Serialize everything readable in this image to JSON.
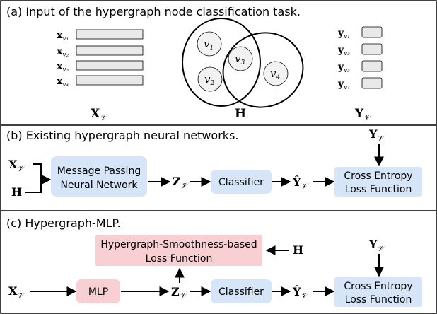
{
  "panel_a": {
    "title": "(a) Input of the hypergraph node classification task.",
    "feature_rows": [
      {
        "base": "x",
        "sub": "v₁"
      },
      {
        "base": "x",
        "sub": "v₂"
      },
      {
        "base": "x",
        "sub": "v₃"
      },
      {
        "base": "x",
        "sub": "v₄"
      }
    ],
    "label_rows": [
      {
        "base": "y",
        "sub": "v₁"
      },
      {
        "base": "y",
        "sub": "v₂"
      },
      {
        "base": "y",
        "sub": "v₃"
      },
      {
        "base": "y",
        "sub": "v₄"
      }
    ],
    "nodes": [
      {
        "base": "v",
        "sub": "1"
      },
      {
        "base": "v",
        "sub": "3"
      },
      {
        "base": "v",
        "sub": "2"
      },
      {
        "base": "v",
        "sub": "4"
      }
    ],
    "x_label": {
      "base": "X",
      "sub": "𝒱"
    },
    "h_label": "H",
    "y_label": {
      "base": "Y",
      "sub": "𝒱"
    }
  },
  "panel_b": {
    "title": "(b) Existing hypergraph neural networks.",
    "x_input": {
      "base": "X",
      "sub": "𝒱"
    },
    "h_input": "H",
    "mp_box": [
      "Message Passing",
      "Neural Network"
    ],
    "z": {
      "base": "Z",
      "sub": "𝒱"
    },
    "classifier": "Classifier",
    "yhat": {
      "base": "Ŷ",
      "sub": "𝒱"
    },
    "loss_box": [
      "Cross Entropy",
      "Loss Function"
    ],
    "y_top": {
      "base": "Y",
      "sub": "𝒱"
    }
  },
  "panel_c": {
    "title": "(c) Hypergraph-MLP.",
    "smooth_box": [
      "Hypergraph-Smoothness-based",
      "Loss Function"
    ],
    "h_input": "H",
    "x_input": {
      "base": "X",
      "sub": "𝒱"
    },
    "mlp": "MLP",
    "z": {
      "base": "Z",
      "sub": "𝒱"
    },
    "classifier": "Classifier",
    "yhat": {
      "base": "Ŷ",
      "sub": "𝒱"
    },
    "loss_box": [
      "Cross Entropy",
      "Loss Function"
    ],
    "y_top": {
      "base": "Y",
      "sub": "𝒱"
    }
  },
  "colors": {
    "blue_box": "#d6e6f8",
    "pink_box": "#f8cfd3",
    "feature_bar": "#e9e9e9",
    "border": "#000000"
  }
}
